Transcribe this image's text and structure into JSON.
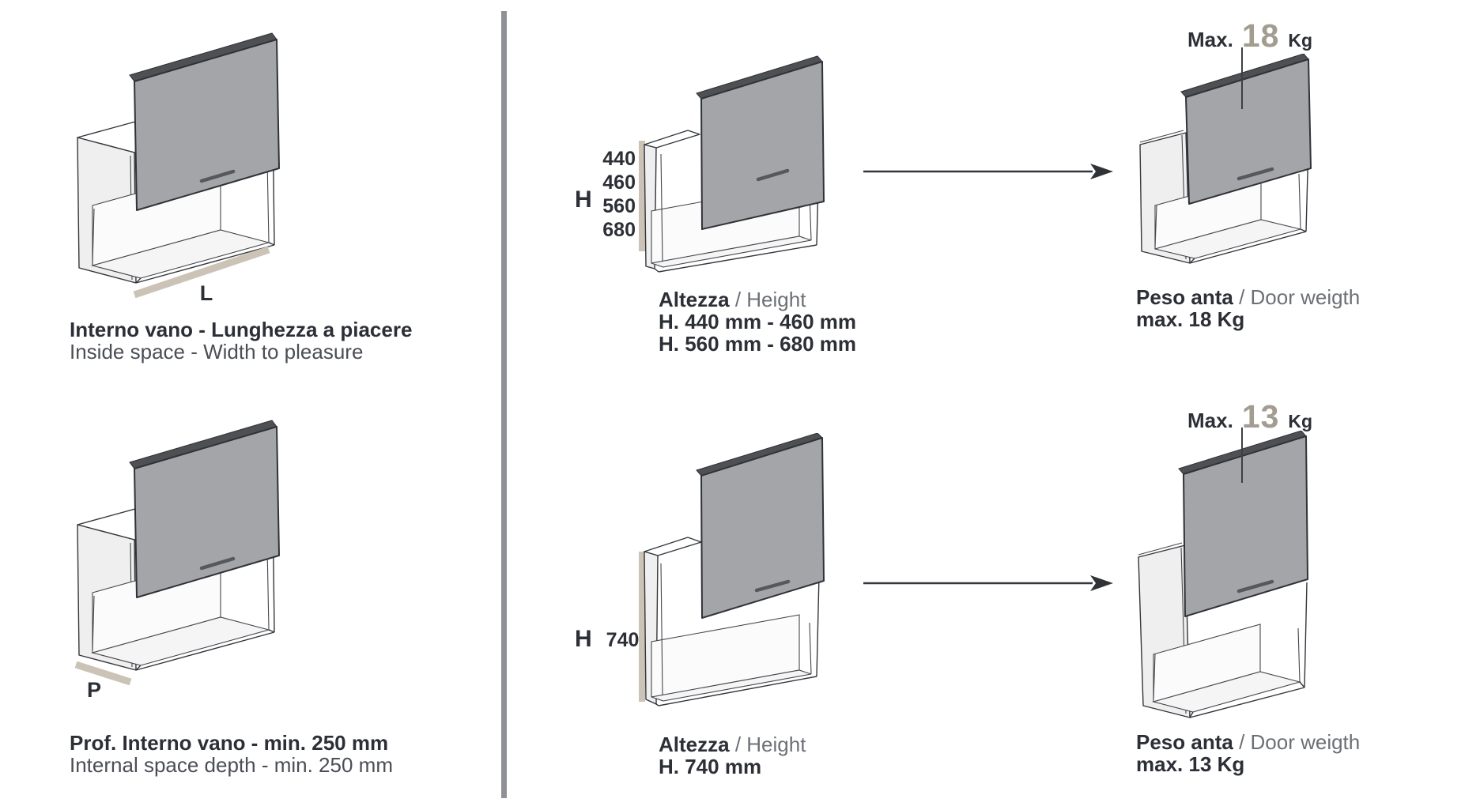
{
  "colors": {
    "door_gray": "#a4a5a8",
    "beige_dimension_bar": "#cbc3b6",
    "divider_gray": "#8f9195",
    "dark_text": "#2c2f36",
    "secondary_text": "#6c7076",
    "big_number_gray": "#a39c90"
  },
  "left_column": {
    "width_diagram": {
      "dim_label": "L",
      "caption_line1": "Interno vano - Lunghezza a piacere",
      "caption_line2": "Inside space - Width to pleasure"
    },
    "depth_diagram": {
      "dim_label": "P",
      "caption_line1": "Prof. Interno vano - min. 250 mm",
      "caption_line2": "Internal space depth - min. 250 mm"
    }
  },
  "middle_column": {
    "top": {
      "h_label": "H",
      "h_values": [
        "440",
        "460",
        "560",
        "680"
      ],
      "caption_it": "Altezza",
      "caption_en": "/ Height",
      "spec_line1": "H. 440 mm - 460 mm",
      "spec_line2": "H. 560 mm - 680 mm"
    },
    "bottom": {
      "h_label": "H",
      "h_value": "740",
      "caption_it": "Altezza",
      "caption_en": "/ Height",
      "spec_line1": "H. 740 mm"
    }
  },
  "right_column": {
    "top": {
      "max_label": "Max.",
      "max_value": "18",
      "max_unit": "Kg",
      "caption_it": "Peso anta",
      "caption_en": "/ Door weigth",
      "spec_line1": "max. 18 Kg"
    },
    "bottom": {
      "max_label": "Max.",
      "max_value": "13",
      "max_unit": "Kg",
      "caption_it": "Peso anta",
      "caption_en": "/ Door weigth",
      "spec_line1": "max. 13 Kg"
    }
  }
}
